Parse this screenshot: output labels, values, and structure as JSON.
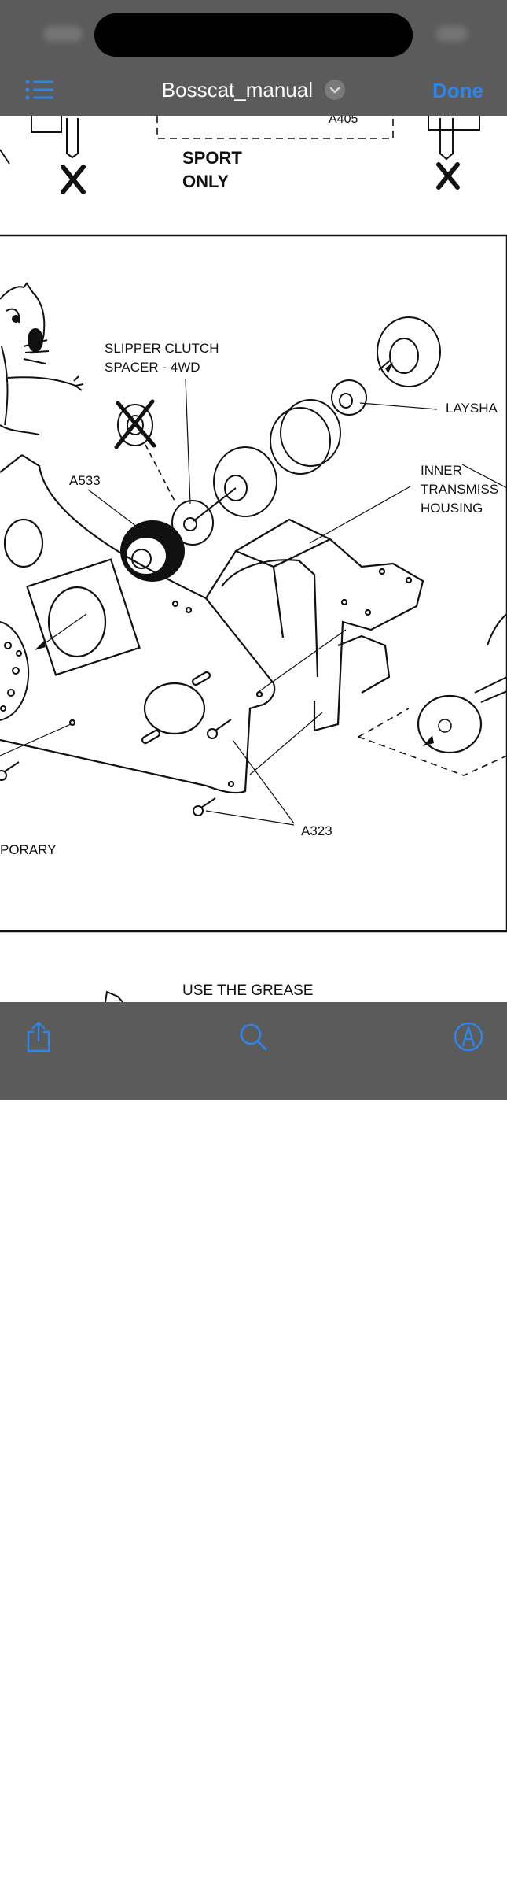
{
  "header": {
    "title": "Bosscat_manual",
    "done_label": "Done",
    "list_icon": "list-icon",
    "title_menu_icon": "chevron-down-icon"
  },
  "document": {
    "top_labels": {
      "part": "A405",
      "sport_only_line1": "SPORT",
      "sport_only_line2": "ONLY"
    },
    "labels": {
      "slipper_line1": "SLIPPER  CLUTCH",
      "slipper_line2": "SPACER - 4WD",
      "layshaft": "LAYSHA",
      "inner_line1": "INNER",
      "inner_line2": "TRANSMISS",
      "inner_line3": "HOUSING",
      "a533": "A533",
      "a323": "A323",
      "temporary": "PORARY",
      "grease_line1": "USE THE GREASE"
    }
  },
  "toolbar": {
    "share_icon": "share-icon",
    "search_icon": "search-icon",
    "markup_icon": "markup-icon"
  },
  "colors": {
    "accent": "#2f86ea",
    "chrome": "#5b5b5b"
  }
}
